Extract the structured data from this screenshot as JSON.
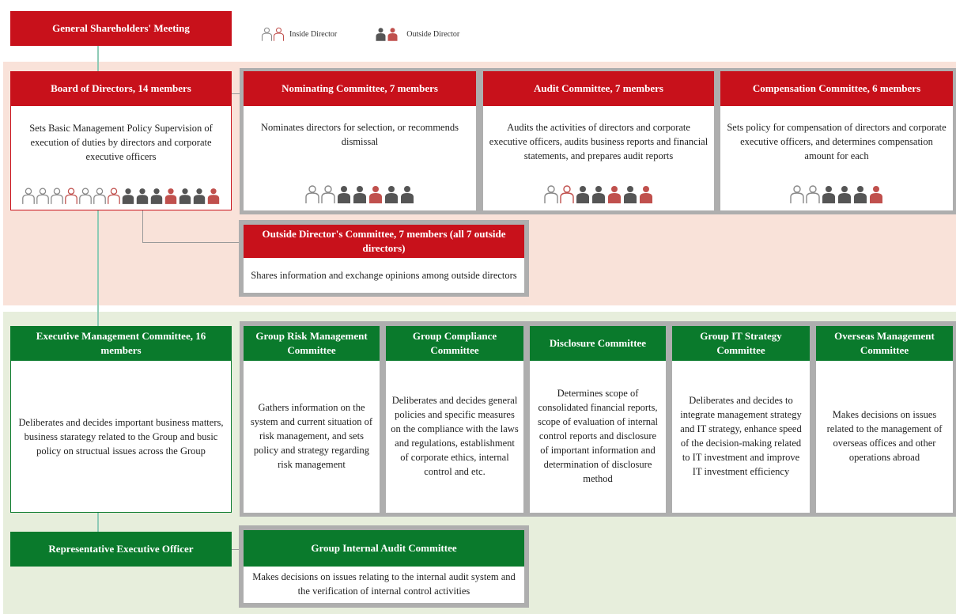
{
  "colors": {
    "red_header": "#c8111b",
    "green_header": "#0a7a2c",
    "red_band": "#f9e2d9",
    "green_band": "#e7eedc",
    "connector": "#8fcbb6",
    "frame": "#aeaeae",
    "outside_dark": "#555555",
    "outside_red": "#c0504d",
    "inside_gray": "#888888",
    "inside_red": "#c0504d"
  },
  "top": {
    "shareholders": "General Shareholders' Meeting",
    "legend_inside": "Inside Director",
    "legend_outside": "Outside Director"
  },
  "board": {
    "title": "Board of Directors, 14 members",
    "description": "Sets Basic Management Policy Supervision of execution of duties by directors and corporate executive officers",
    "members": [
      "inside-gray",
      "inside-gray",
      "inside-gray",
      "inside-red",
      "inside-gray",
      "inside-gray",
      "inside-red",
      "outside-dark",
      "outside-dark",
      "outside-dark",
      "outside-red",
      "outside-dark",
      "outside-dark",
      "outside-red"
    ]
  },
  "committees": [
    {
      "title": "Nominating Committee, 7 members",
      "description": "Nominates directors for selection, or recommends dismissal",
      "members": [
        "inside-gray",
        "inside-gray",
        "outside-dark",
        "outside-dark",
        "outside-red",
        "outside-dark",
        "outside-dark"
      ]
    },
    {
      "title": "Audit Committee, 7 members",
      "description": "Audits the activities of directors and corporate executive officers, audits business reports and financial  statements, and prepares audit reports",
      "members": [
        "inside-gray",
        "inside-red",
        "outside-dark",
        "outside-dark",
        "outside-red",
        "outside-dark",
        "outside-red"
      ]
    },
    {
      "title": "Compensation Committee, 6 members",
      "description": "Sets policy for compensation of directors and corporate executive officers, and determines compensation amount for each",
      "members": [
        "inside-gray",
        "inside-gray",
        "outside-dark",
        "outside-dark",
        "outside-dark",
        "outside-red"
      ]
    }
  ],
  "outside_committee": {
    "title": "Outside Director's Committee, 7 members (all 7 outside directors)",
    "description": "Shares information and exchange opinions among outside directors"
  },
  "executive": {
    "title": "Executive Management Committee, 16 members",
    "description": "Deliberates and decides important business matters, business starategy related to the Group and busic policy on structual issues across the Group"
  },
  "exec_committees": [
    {
      "title": "Group Risk Management Committee",
      "description": "Gathers information on the system and current situation of risk management, and sets policy and strategy regarding risk management"
    },
    {
      "title": "Group Compliance Committee",
      "description": "Deliberates and decides general policies and specific measures on the compliance with the laws and regulations, establishment of corporate ethics, internal control and etc."
    },
    {
      "title": "Disclosure Committee",
      "description": "Determines scope of consolidated financial reports, scope of evaluation of internal control reports and disclosure of important information and determination of disclosure method"
    },
    {
      "title": "Group IT Strategy Committee",
      "description": "Deliberates and decides to integrate management strategy and IT strategy, enhance speed of the decision-making related to IT investment and improve IT investment efficiency"
    },
    {
      "title": "Overseas Management Committee",
      "description": "Makes decisions on issues related to the management of overseas offices and other operations abroad"
    }
  ],
  "representative": {
    "title": "Representative Executive Officer"
  },
  "internal_audit": {
    "title": "Group Internal Audit Committee",
    "description": "Makes decisions on issues relating to the internal audit system and the verification of internal control activities"
  }
}
